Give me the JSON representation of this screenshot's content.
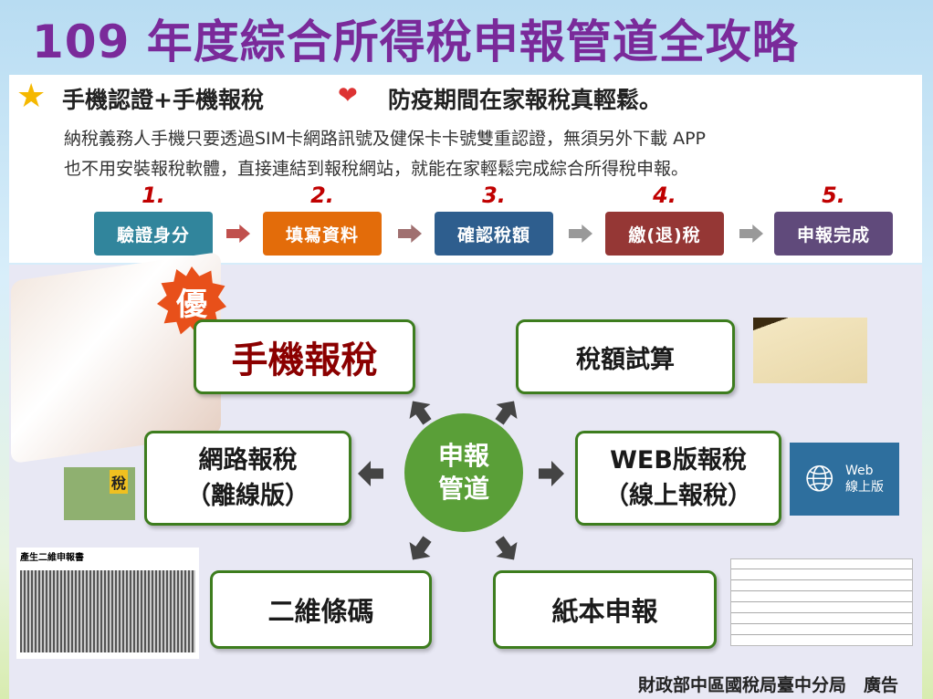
{
  "title": "109 年度綜合所得稅申報管道全攻略",
  "headline": {
    "part1": "手機認證+手機報稅",
    "part2": "防疫期間在家報稅真輕鬆。"
  },
  "description": [
    "納稅義務人手機只要透過SIM卡網路訊號及健保卡卡號雙重認證，無須另外下載 APP",
    "也不用安裝報稅軟體，直接連結到報稅網站，就能在家輕鬆完成綜合所得稅申報。"
  ],
  "steps": [
    {
      "num": "1.",
      "label": "驗證身分",
      "color": "#31859c"
    },
    {
      "num": "2.",
      "label": "填寫資料",
      "color": "#e36c0a"
    },
    {
      "num": "3.",
      "label": "確認稅額",
      "color": "#2e5e8e"
    },
    {
      "num": "4.",
      "label": "繳(退)稅",
      "color": "#953735"
    },
    {
      "num": "5.",
      "label": "申報完成",
      "color": "#604a7b"
    }
  ],
  "hub": {
    "line1": "申報",
    "line2": "管道"
  },
  "channels": {
    "mobile": "手機報稅",
    "mobile_badge": "優",
    "estimate": "稅額試算",
    "offline": {
      "line1": "網路報稅",
      "line2": "（離線版）"
    },
    "web": {
      "line1": "WEB版報稅",
      "line2": "（線上報稅）"
    },
    "barcode": "二維條碼",
    "paper": "紙本申報"
  },
  "images": {
    "coin_label": "稅",
    "web_icon_line1": "Web",
    "web_icon_line2": "線上版",
    "barcode_caption": "產生二維申報書"
  },
  "footer": "財政部中區國稅局臺中分局　廣告"
}
